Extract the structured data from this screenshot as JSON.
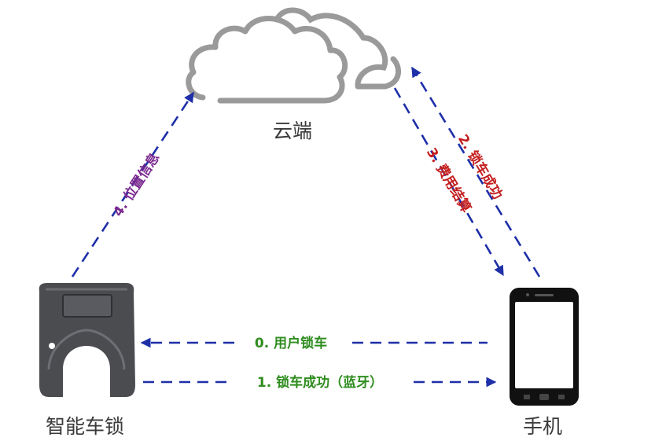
{
  "colors": {
    "arrow": "#1e2fa8",
    "cloud": "#9a9a9a",
    "lock_body": "#4b4c50",
    "phone_body": "#111111",
    "green_label": "#2f8d1f",
    "red_label": "#c41e1e",
    "purple_label": "#7b2a8f",
    "node_text": "#3a3a3a"
  },
  "nodes": {
    "cloud": {
      "label": "云端",
      "icon": "cloud-icon"
    },
    "lock": {
      "label": "智能车锁",
      "icon": "bike-lock-icon"
    },
    "phone": {
      "label": "手机",
      "icon": "smartphone-icon"
    }
  },
  "edges": {
    "user_lock": {
      "label": "0. 用户锁车",
      "color": "green_label"
    },
    "lock_success_bt": {
      "label": "1. 锁车成功（蓝牙）",
      "color": "green_label"
    },
    "lock_success_cloud": {
      "label": "2. 锁车成功",
      "color": "red_label"
    },
    "fee_settlement": {
      "label": "3. 费用结算",
      "color": "red_label"
    },
    "location_info": {
      "label": "4. 位置信息",
      "color": "purple_label"
    }
  }
}
